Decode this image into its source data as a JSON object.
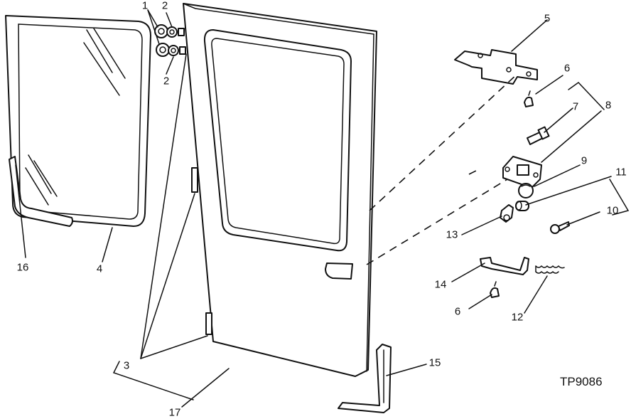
{
  "drawing_code": "TP9086",
  "callouts": {
    "c1": "1",
    "c2a": "2",
    "c2b": "2",
    "c3": "3",
    "c4": "4",
    "c5": "5",
    "c6a": "6",
    "c6b": "6",
    "c7": "7",
    "c8": "8",
    "c9": "9",
    "c10": "10",
    "c11": "11",
    "c12": "12",
    "c13": "13",
    "c14": "14",
    "c15": "15",
    "c16": "16",
    "c17": "17"
  }
}
